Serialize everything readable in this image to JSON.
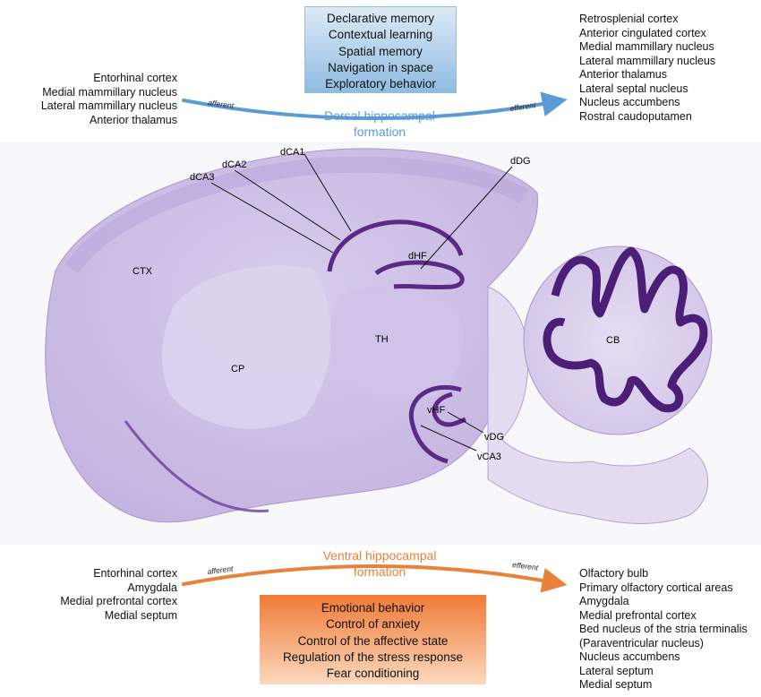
{
  "dorsal": {
    "title_line1": "Dorsal hippocampal",
    "title_line2": "formation",
    "afferent_label": "afferent",
    "efferent_label": "efferent",
    "inputs": [
      "Entorhinal cortex",
      "Medial mammillary nucleus",
      "Lateral mammillary nucleus",
      "Anterior thalamus"
    ],
    "outputs": [
      "Retrosplenial cortex",
      "Anterior cingulated cortex",
      "Medial mammillary nucleus",
      "Lateral mammillary nucleus",
      "Anterior thalamus",
      "Lateral septal nucleus",
      "Nucleus accumbens",
      "Rostral caudoputamen"
    ],
    "functions": [
      "Declarative memory",
      "Contextual learning",
      "Spatial memory",
      "Navigation in space",
      "Exploratory behavior"
    ],
    "color": "#5b9bd5"
  },
  "ventral": {
    "title_line1": "Ventral hippocampal",
    "title_line2": "formation",
    "afferent_label": "afferent",
    "efferent_label": "efferent",
    "inputs": [
      "Entorhinal cortex",
      "Amygdala",
      "Medial prefrontal cortex",
      "Medial septum"
    ],
    "outputs": [
      "Olfactory bulb",
      "Primary olfactory cortical areas",
      "Amygdala",
      "Medial prefrontal cortex",
      "Bed nucleus of the stria terminalis",
      "(Paraventricular nucleus)",
      "Nucleus accumbens",
      "Lateral septum",
      "Medial septum"
    ],
    "functions": [
      "Emotional behavior",
      "Control of anxiety",
      "Control of the affective state",
      "Regulation of the stress response",
      "Fear conditioning"
    ],
    "color": "#e8823a"
  },
  "brain_labels": {
    "ctx": "CTX",
    "cp": "CP",
    "th": "TH",
    "cb": "CB",
    "dhf": "dHF",
    "vhf": "vHF",
    "dca1": "dCA1",
    "dca2": "dCA2",
    "dca3": "dCA3",
    "ddg": "dDG",
    "vdg": "vDG",
    "vca3": "vCA3"
  },
  "stain_color": "#5a2a86"
}
